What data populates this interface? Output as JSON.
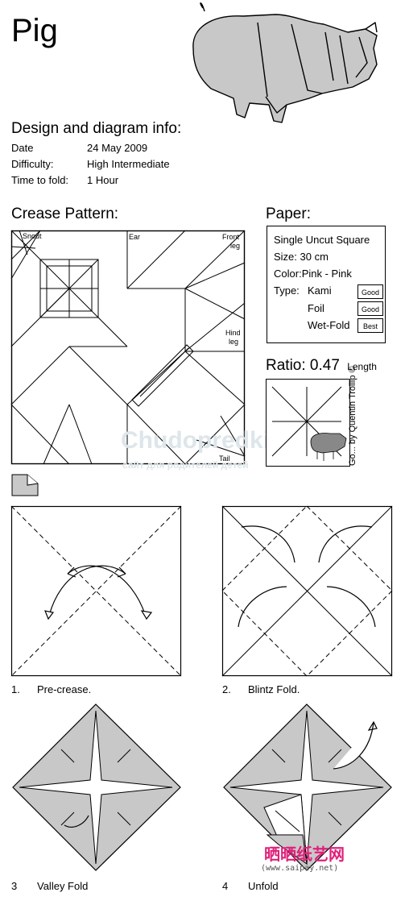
{
  "header": {
    "title": "Pig"
  },
  "info": {
    "heading": "Design and diagram info:",
    "rows": [
      {
        "label": "Date",
        "value": "24 May 2009"
      },
      {
        "label": "Difficulty:",
        "value": "High Intermediate"
      },
      {
        "label": "Time to fold:",
        "value": "1 Hour"
      }
    ]
  },
  "crease_pattern": {
    "heading": "Crease Pattern:",
    "labels": {
      "snout": "Snout",
      "ear": "Ear",
      "front_leg_1": "Front",
      "front_leg_2": "leg",
      "hind_leg_1": "Hind",
      "hind_leg_2": "leg",
      "tail": "Tail"
    }
  },
  "paper": {
    "heading": "Paper:",
    "line1": "Single Uncut Square",
    "size_label": "Size:",
    "size_value": "30 cm",
    "color_label": "Color:",
    "color_value": "Pink - Pink",
    "type_label": "Type:",
    "types": [
      {
        "name": "Kami",
        "rating": "Good"
      },
      {
        "name": "Foil",
        "rating": "Good"
      },
      {
        "name": "Wet-Fold",
        "rating": "Best"
      }
    ]
  },
  "ratio": {
    "label": "Ratio:",
    "value": "0.47",
    "unit": "Length"
  },
  "side_credit": "Go... by Quentin Trollip ©",
  "watermarks": {
    "main": "Chudopredki.ru",
    "sub": "сайт для родителей детей",
    "logo": "晒晒纸艺网",
    "url": "(www.saipay.net)"
  },
  "steps": [
    {
      "number": "1.",
      "text": "Pre-crease."
    },
    {
      "number": "2.",
      "text": "Blintz Fold."
    },
    {
      "number": "3",
      "text": "Valley Fold"
    },
    {
      "number": "4",
      "text": "Unfold"
    }
  ],
  "colors": {
    "fill": "#c8c8c8",
    "line": "#000000",
    "logo_pink": "#e0207a"
  }
}
